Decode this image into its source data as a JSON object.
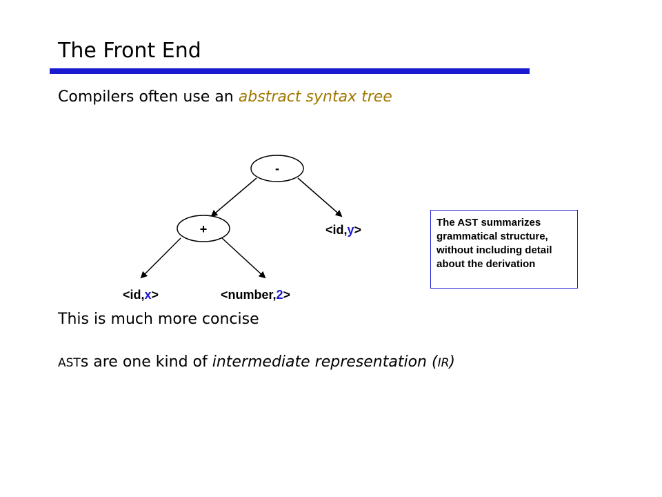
{
  "slide": {
    "title": "The Front End",
    "line1_prefix": "Compilers often use an ",
    "line1_highlight": "abstract syntax tree",
    "line2": "This is much more concise",
    "line3_part1": "AST",
    "line3_part2": "s are one kind of ",
    "line3_part3": "intermediate representation (",
    "line3_part4": "IR",
    "line3_part5": ")"
  },
  "tree": {
    "root": "-",
    "plus": "+",
    "id_y_open": "<id,",
    "id_y_var": "y",
    "id_y_close": ">",
    "id_x_open": "<id,",
    "id_x_var": "x",
    "id_x_close": ">",
    "num_open": "<number,",
    "num_val": "2",
    "num_close": ">",
    "var_color": "#1a1ad0"
  },
  "callout": {
    "line1": "The AST summarizes",
    "line2": "grammatical structure,",
    "line3": "without including detail",
    "line4": "about the derivation"
  },
  "colors": {
    "accent": "#1a1ad0",
    "highlight": "#a07800"
  }
}
